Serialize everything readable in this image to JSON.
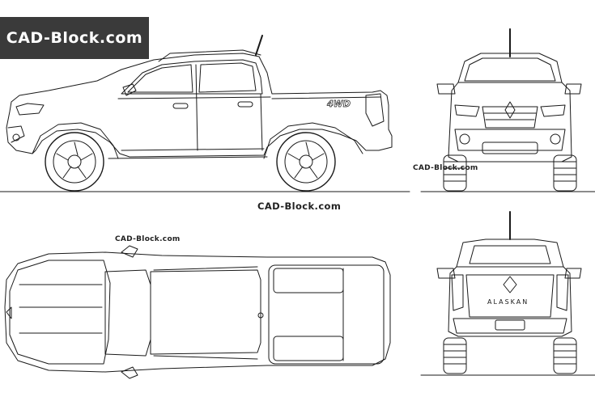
{
  "brand_badge": "CAD-Block.com",
  "watermarks": {
    "side": "CAD-Block.com",
    "top": "CAD-Block.com",
    "front": "CAD-Block.com"
  },
  "vehicle_labels": {
    "side_badge": "4WD",
    "rear_badge": "ALASKAN"
  },
  "colors": {
    "line": "#1a1a1a",
    "badge_bg": "#3a3a3a",
    "badge_text": "#ffffff"
  }
}
